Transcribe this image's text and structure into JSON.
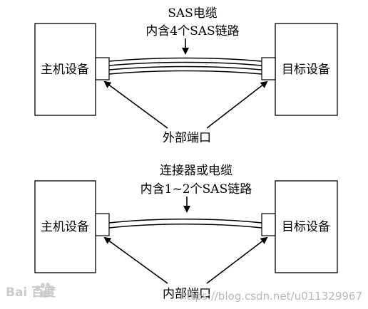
{
  "top": {
    "cable_title": "SAS电缆",
    "cable_subtitle": "内含4个SAS链路",
    "host_label": "主机设备",
    "target_label": "目标设备",
    "port_label": "外部端口",
    "link_count": 4
  },
  "bottom": {
    "cable_title": "连接器或电缆",
    "cable_subtitle": "内含1~2个SAS链路",
    "host_label": "主机设备",
    "target_label": "目标设备",
    "port_label": "内部端口",
    "link_count": 2
  },
  "watermark": {
    "logo_text": "Bai 百度",
    "url_text": "https://blog.csdn.net/u011329967"
  }
}
